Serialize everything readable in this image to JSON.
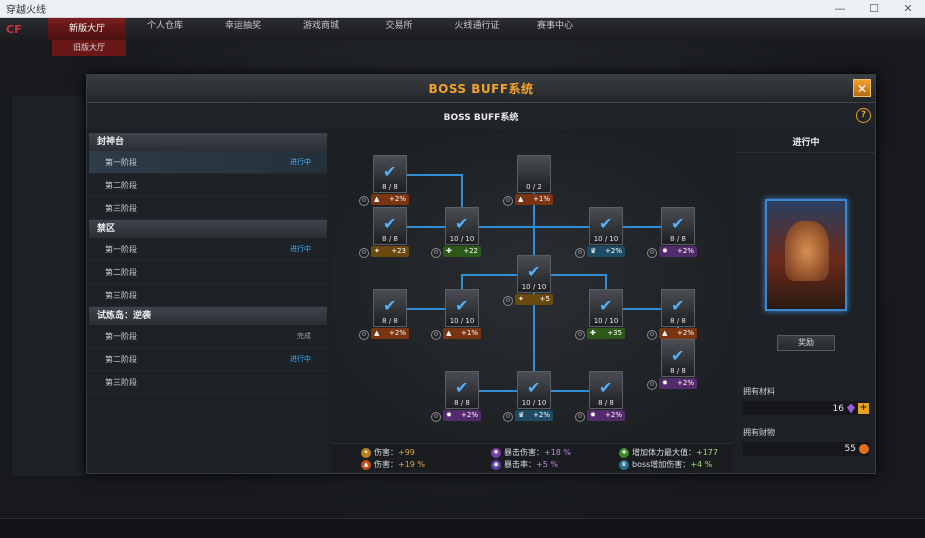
{
  "window": {
    "title": "穿越火线"
  },
  "topnav": {
    "tabs": [
      "新版大厅",
      "个人仓库",
      "幸运抽奖",
      "游戏商城",
      "交易所",
      "火线通行证",
      "赛事中心"
    ],
    "active_index": 0,
    "sub_tab": "旧版大厅"
  },
  "modal": {
    "title": "BOSS BUFF系统",
    "subtitle": "BOSS BUFF系统",
    "close": "✕",
    "help": "?"
  },
  "stages": {
    "groups": [
      {
        "name": "封神台",
        "items": [
          {
            "label": "第一阶段",
            "status": "进行中",
            "status_type": "prog",
            "selected": true
          },
          {
            "label": "第二阶段",
            "status": "",
            "status_type": "",
            "selected": false
          },
          {
            "label": "第三阶段",
            "status": "",
            "status_type": "",
            "selected": false
          }
        ]
      },
      {
        "name": "禁区",
        "items": [
          {
            "label": "第一阶段",
            "status": "进行中",
            "status_type": "prog",
            "selected": false
          },
          {
            "label": "第二阶段",
            "status": "",
            "status_type": "",
            "selected": false
          },
          {
            "label": "第三阶段",
            "status": "",
            "status_type": "",
            "selected": false
          }
        ]
      },
      {
        "name": "试炼岛：逆袭",
        "items": [
          {
            "label": "第一阶段",
            "status": "完成",
            "status_type": "done",
            "selected": false
          },
          {
            "label": "第二阶段",
            "status": "进行中",
            "status_type": "prog",
            "selected": false
          },
          {
            "label": "第三阶段",
            "status": "",
            "status_type": "",
            "selected": false
          }
        ]
      }
    ]
  },
  "tree": {
    "nodes": [
      {
        "count": "8 / 8",
        "bonus": "+2%",
        "type": "fire",
        "checked": true
      },
      {
        "count": "0 / 2",
        "bonus": "+1%",
        "type": "fire",
        "checked": false
      },
      {
        "count": "8 / 8",
        "bonus": "+23",
        "type": "atk",
        "checked": true
      },
      {
        "count": "10 / 10",
        "bonus": "+22",
        "type": "hp",
        "checked": true
      },
      {
        "count": "10 / 10",
        "bonus": "+2%",
        "type": "boss",
        "checked": true
      },
      {
        "count": "8 / 8",
        "bonus": "+2%",
        "type": "crit",
        "checked": true
      },
      {
        "count": "10 / 10",
        "bonus": "+5",
        "type": "atk",
        "checked": true
      },
      {
        "count": "8 / 8",
        "bonus": "+2%",
        "type": "fire",
        "checked": true
      },
      {
        "count": "10 / 10",
        "bonus": "+1%",
        "type": "fire",
        "checked": true
      },
      {
        "count": "10 / 10",
        "bonus": "+35",
        "type": "hp",
        "checked": true
      },
      {
        "count": "8 / 8",
        "bonus": "+2%",
        "type": "fire",
        "checked": true
      },
      {
        "count": "8 / 8",
        "bonus": "+2%",
        "type": "crit",
        "checked": true
      },
      {
        "count": "8 / 8",
        "bonus": "+2%",
        "type": "crit",
        "checked": true
      },
      {
        "count": "10 / 10",
        "bonus": "+2%",
        "type": "boss",
        "checked": true
      },
      {
        "count": "8 / 8",
        "bonus": "+2%",
        "type": "crit",
        "checked": true
      }
    ]
  },
  "summary": {
    "atk": {
      "label": "伤害：",
      "value": "+99"
    },
    "fire": {
      "label": "伤害：",
      "value": "+19 %"
    },
    "crit_dmg": {
      "label": "暴击伤害：",
      "value": "+18 %"
    },
    "crit_rate": {
      "label": "暴击率：",
      "value": "+5 %"
    },
    "hp": {
      "label": "增加体力最大值：",
      "value": "+177"
    },
    "boss": {
      "label": "boss增加伤害：",
      "value": "+4 %"
    }
  },
  "right": {
    "status": "进行中",
    "reward": "奖励",
    "materials_label": "拥有材料",
    "materials_value": "16",
    "wealth_label": "拥有财物",
    "wealth_value": "55"
  },
  "colors": {
    "accent": "#f2a22a",
    "progress": "#3bb6ff",
    "link_line": "#2f8fd6"
  }
}
